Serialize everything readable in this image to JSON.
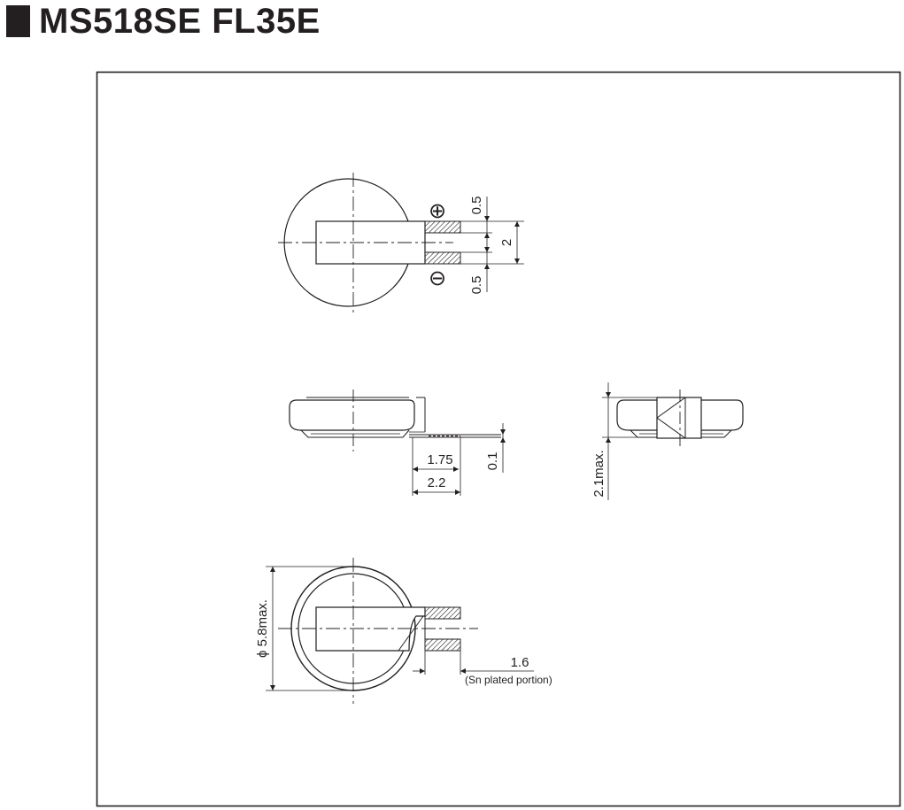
{
  "title": "MS518SE  FL35E",
  "dimensions": {
    "top_pad_upper": "0.5",
    "top_pad_lower": "0.5",
    "top_tab_width": "2",
    "side_tab_inner": "1.75",
    "side_tab_outer": "2.2",
    "side_thickness": "0.1",
    "end_height": "2.1max.",
    "bottom_diameter": "ϕ 5.8max.",
    "bottom_sn_length": "1.6",
    "bottom_sn_note": "(Sn plated portion)"
  },
  "polarity": {
    "plus": "⊕",
    "minus": "⊖"
  },
  "colors": {
    "line": "#231f20",
    "background": "#ffffff"
  }
}
